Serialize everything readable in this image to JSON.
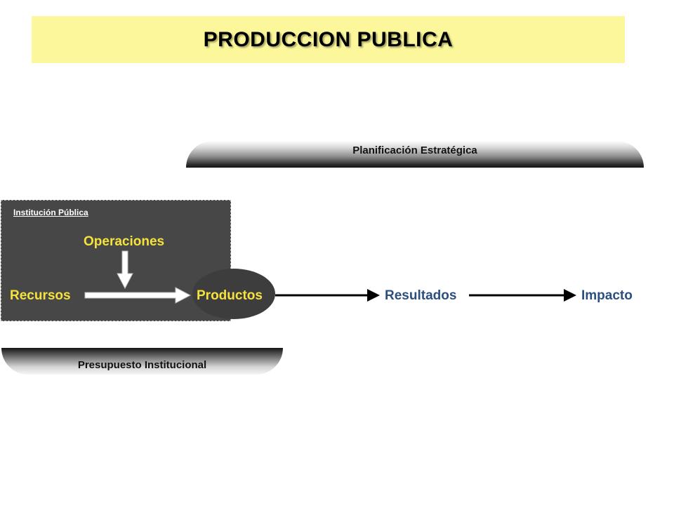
{
  "title": "PRODUCCION PUBLICA",
  "bands": {
    "planning": "Planificación Estratégica",
    "budget": "Presupuesto Institucional"
  },
  "institution": {
    "label": "Institución Pública"
  },
  "nodes": {
    "operations": "Operaciones",
    "resources": "Recursos",
    "products": "Productos",
    "results": "Resultados",
    "impact": "Impacto"
  },
  "colors": {
    "title_background": "#fbf79a",
    "institution_box": "#474747",
    "label_yellow": "#f6e23c",
    "label_blue": "#2c4f80"
  }
}
